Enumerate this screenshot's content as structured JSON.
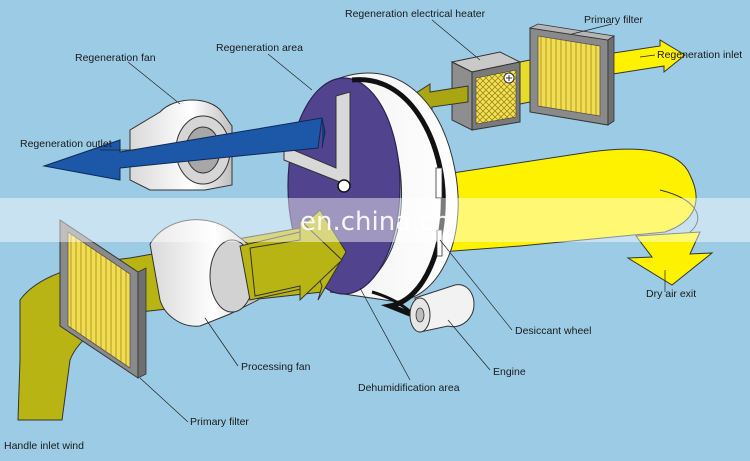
{
  "diagram": {
    "labels": {
      "regeneration_electrical_heater": "Regeneration electrical heater",
      "primary_filter_top": "Primary filter",
      "regeneration_inlet": "Regeneration inlet",
      "regeneration_fan": "Regeneration fan",
      "regeneration_area": "Regeneration area",
      "regeneration_outlet": "Regeneration outlet",
      "dry_air_exit": "Dry air exit",
      "desiccant_wheel": "Desiccant wheel",
      "engine": "Engine",
      "processing_fan": "Processing fan",
      "dehumidification_area": "Dehumidification area",
      "primary_filter_bottom": "Primary filter",
      "handle_inlet_wind": "Handle inlet wind"
    },
    "watermark": "en.china.cn",
    "colors": {
      "background": "#9ccbe6",
      "process_air": "#b8b414",
      "dry_air": "#fff200",
      "regeneration_air": "#1d58a8",
      "wheel_face": "#52438f",
      "filter_media": "#f3e15a"
    }
  }
}
